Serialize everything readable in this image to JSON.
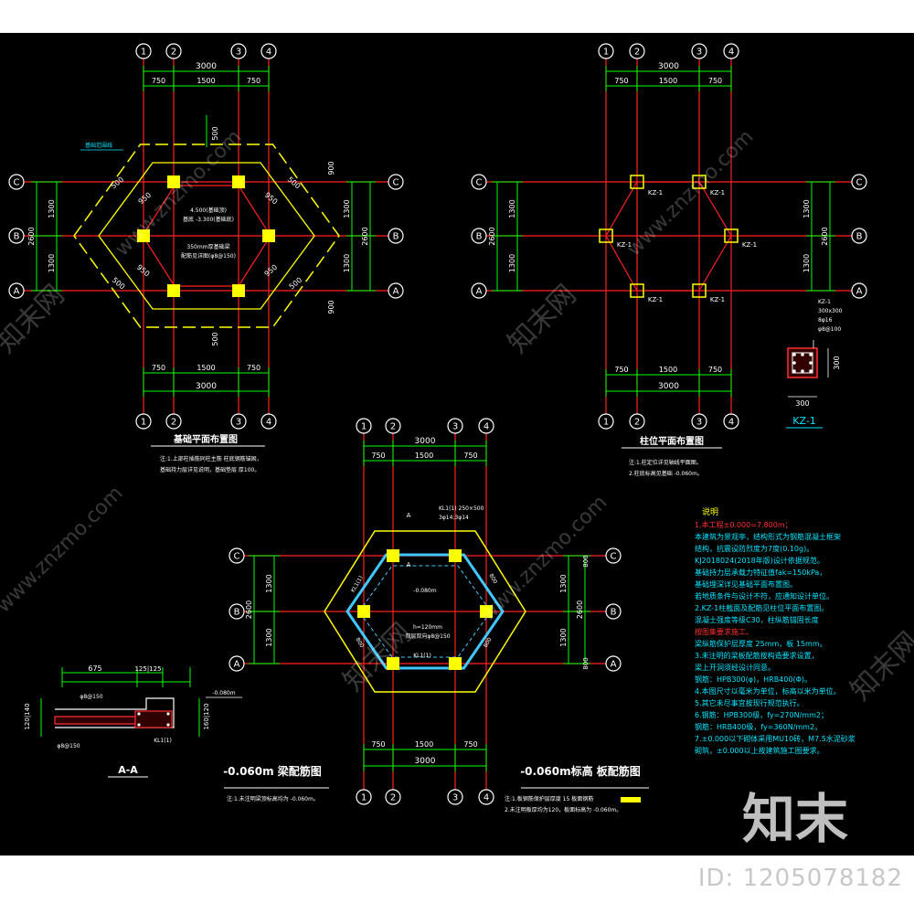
{
  "plans": {
    "foundation": {
      "title": "基础平面布置图",
      "note_line1": "注:1.上部柱插筋同柱主筋 柱底钢筋锚固，",
      "note_line2": "   基础持力层详见说明，基础垫层 厚100。",
      "elev_text": "4.500(基础顶)",
      "elev_text2": "基底 -3.300(基础底)",
      "beam_text": "350mm厚基础梁",
      "beam_text2": "配筋见详图(φ8@150)",
      "leader_text": "基础范围线"
    },
    "column": {
      "title": "柱位平面布置图",
      "note_line1": "注:1.柱定位详见轴线平面图。",
      "note_line2": "   2.柱底标高见基础 -0.060m。",
      "col_label": "KZ-1",
      "detail_title": "KZ-1",
      "detail_spec1": "300x300",
      "detail_spec2": "8φ16",
      "detail_spec3": "φ8@100"
    },
    "beam": {
      "title": "-0.060m 梁配筋图",
      "note": "注:1.未注明梁顶标高均为 -0.060m。",
      "beam_label": "KL1(1) 250×500",
      "beam_label2": "3φ14;3φ14",
      "slab_label": "-0.080m",
      "slab_text": "h=120mm",
      "slab_text2": "双层双向φ8@150",
      "mark": "KL1(1)",
      "section_mark": "A"
    },
    "slab": {
      "title": "-0.060m标高 板配筋图",
      "note_line1": "注:1.板钢筋保护层厚度 15 板面钢筋",
      "note_line2": "   2.未注明板厚均为120，板面标高为 -0.060m。"
    },
    "section": {
      "title": "A-A",
      "dim_top_left": "675",
      "dim_top_right": "125|125",
      "left_dims": "120|140",
      "right_dims": "160|120",
      "rebar1": "φ8@150",
      "rebar2": "φ8@150",
      "elev": "-0.080m",
      "mark": "KL1(1)"
    }
  },
  "dims": {
    "total": "3000",
    "side": "750",
    "middle": "1500",
    "side_h": "1300",
    "total_h": "2600",
    "edge_900": "900",
    "edge_500": "500",
    "diag_950": "950",
    "diag_800": "800",
    "col_size": "300"
  },
  "axes": {
    "vertical": [
      "1",
      "2",
      "3",
      "4"
    ],
    "horizontal": [
      "C",
      "B",
      "A"
    ]
  },
  "notes_panel": {
    "title": "说明",
    "lines": [
      "1.本工程±0.000=7.800m；",
      "  本建筑为景观亭，结构形式为钢筋混凝土框架",
      "  结构，抗震设防烈度为7度(0.10g)。",
      "  KJ2018024(2018年版)设计依据规范。",
      "  基础持力层承载力特征值fak=150kPa，",
      "  基础埋深详见基础平面布置图。",
      "  若地质条件与设计不符，应通知设计单位。",
      "2.KZ-1柱截面及配筋见柱位平面布置图。",
      "  混凝土强度等级C30，柱纵筋锚固长度",
      "  按图集要求施工。",
      "  梁纵筋保护层厚度 25mm，板 15mm。",
      "3.未注明的梁板配筋按构造要求设置，",
      "  梁上开洞须经设计同意。",
      "  钢筋：HPB300(φ)，HRB400(Φ)。",
      "4.本图尺寸以毫米为单位，标高以米为单位。",
      "5.其它未尽事宜按现行规范执行。",
      "6.钢筋：HPB300级，fy=270N/mm2；",
      "  钢筋：HRB400级，fy=360N/mm2。",
      "7.±0.000以下砌体采用MU10砖，M7.5水泥砂浆",
      "  砌筑，±0.000以上按建筑施工图要求。"
    ]
  },
  "watermark": {
    "brand": "知末",
    "site_cn": "知末网",
    "site_url": "www.znzmo.com",
    "id_label": "ID: 1205078182"
  },
  "colors": {
    "background": "#000000",
    "axis_line": "#ff2020",
    "dimension": "#00ff00",
    "outline": "#ffff00",
    "column": "#ffff00",
    "text_cyan": "#00e5ff",
    "text_white": "#ffffff",
    "beam": "#40c8ff"
  }
}
